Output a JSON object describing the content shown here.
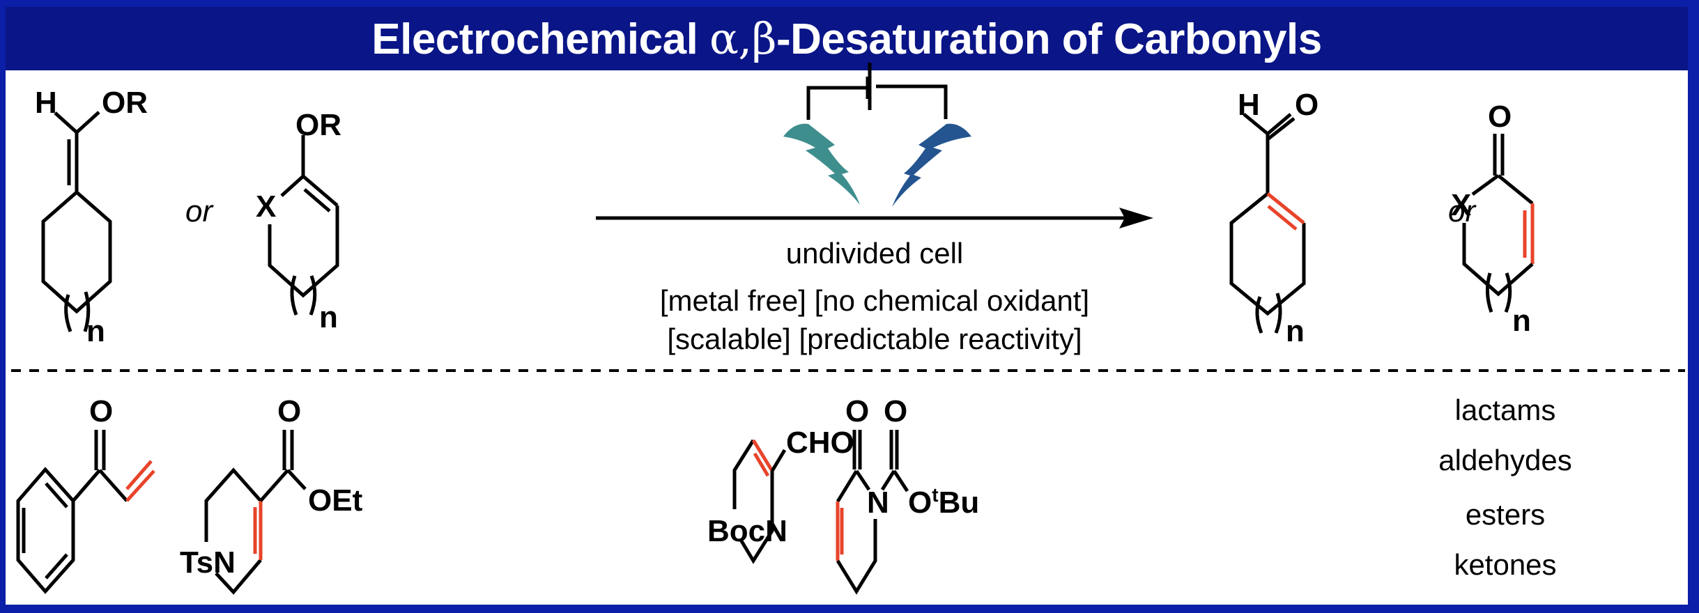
{
  "title": {
    "prefix": "Electrochemical ",
    "greek": "α,β",
    "suffix": "-Desaturation of Carbonyls"
  },
  "colors": {
    "frame": "#0b1fa8",
    "title_band": "#0a1587",
    "highlight_bond": "#e8442a",
    "anode_bolt": "#3f8e8e",
    "cathode_bolt": "#245590"
  },
  "scheme": {
    "or_label": "or",
    "starting_materials": [
      {
        "name": "exocyclic enol ether",
        "labels": {
          "h": "H",
          "or": "OR",
          "n": "n"
        }
      },
      {
        "name": "cyclic enol ether",
        "labels": {
          "or": "OR",
          "x": "X",
          "n": "n"
        }
      }
    ],
    "products": [
      {
        "name": "cyclic enal",
        "labels": {
          "h": "H",
          "o": "O",
          "n": "n"
        }
      },
      {
        "name": "cyclic enone",
        "labels": {
          "o": "O",
          "x": "X",
          "n": "n"
        }
      }
    ],
    "conditions": {
      "line1": "undivided cell",
      "line2": "[metal free] [no chemical oxidant]",
      "line3": "[scalable] [predictable reactivity]"
    },
    "icons": [
      "battery-icon",
      "anode-lightning-icon",
      "cathode-lightning-icon"
    ]
  },
  "examples": {
    "compounds": [
      {
        "name": "phenyl vinyl ketone",
        "labels": {
          "o": "O"
        }
      },
      {
        "name": "N-Ts tetrahydropyridine ethyl ester",
        "labels": {
          "o": "O",
          "oet": "OEt",
          "tsn": "TsN"
        }
      },
      {
        "name": "N-Boc tetrahydropyridine carbaldehyde",
        "labels": {
          "cho": "CHO",
          "bocn": "BocN"
        }
      },
      {
        "name": "N-Boc dihydropyridinone",
        "labels": {
          "o1": "O",
          "o2": "O",
          "n": "N",
          "o_tbu_o": "O",
          "o_tbu_t": "t",
          "o_tbu_bu": "Bu"
        }
      }
    ],
    "classes": [
      "lactams",
      "aldehydes",
      "esters",
      "ketones"
    ]
  }
}
